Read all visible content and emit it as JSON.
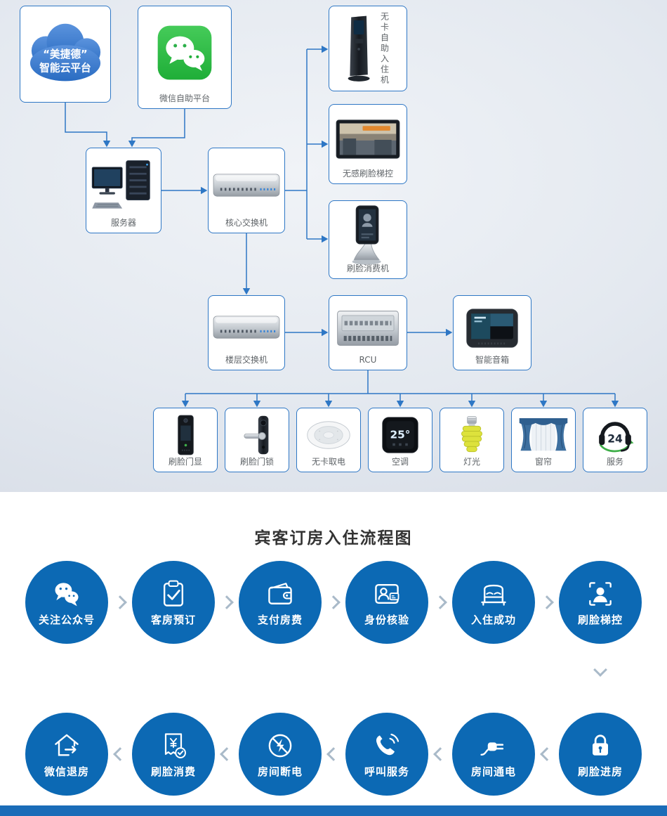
{
  "diagram": {
    "cloud": {
      "line1": "“美捷德”",
      "line2": "智能云平台"
    },
    "wechat": {
      "label": "微信自助平台"
    },
    "server": {
      "label": "服务器"
    },
    "core_switch": {
      "label": "核心交换机"
    },
    "kiosk": {
      "label": "无卡自助入住机"
    },
    "elevator": {
      "label": "无感刷脸梯控"
    },
    "pos": {
      "label": "刷脸消费机"
    },
    "floor_switch": {
      "label": "楼层交换机"
    },
    "rcu": {
      "label": "RCU"
    },
    "speaker": {
      "label": "智能音箱"
    },
    "devices": [
      {
        "label": "刷脸门显",
        "icon": "door-display-icon"
      },
      {
        "label": "刷脸门锁",
        "icon": "door-lock-icon"
      },
      {
        "label": "无卡取电",
        "icon": "power-saver-icon"
      },
      {
        "label": "空调",
        "icon": "thermostat-icon",
        "display": "25°"
      },
      {
        "label": "灯光",
        "icon": "bulb-icon"
      },
      {
        "label": "窗帘",
        "icon": "curtain-icon"
      },
      {
        "label": "服务",
        "icon": "service-24h-icon",
        "badge": "24"
      }
    ]
  },
  "flow": {
    "title": "宾客订房入住流程图",
    "row1": [
      {
        "label": "关注公众号",
        "icon": "wechat-icon"
      },
      {
        "label": "客房预订",
        "icon": "booking-icon"
      },
      {
        "label": "支付房费",
        "icon": "wallet-icon"
      },
      {
        "label": "身份核验",
        "icon": "identity-icon"
      },
      {
        "label": "入住成功",
        "icon": "bed-icon"
      },
      {
        "label": "刷脸梯控",
        "icon": "face-scan-icon"
      }
    ],
    "row2": [
      {
        "label": "微信退房",
        "icon": "home-exit-icon"
      },
      {
        "label": "刷脸消费",
        "icon": "receipt-icon"
      },
      {
        "label": "房间断电",
        "icon": "power-off-icon"
      },
      {
        "label": "呼叫服务",
        "icon": "phone-icon"
      },
      {
        "label": "房间通电",
        "icon": "plug-icon"
      },
      {
        "label": "刷脸进房",
        "icon": "lock-icon"
      }
    ]
  },
  "colors": {
    "accent_blue": "#2e77c5",
    "circle_blue": "#0c69b4",
    "wechat_green": "#2bb33f",
    "footer_blue": "#1a6cb8"
  }
}
